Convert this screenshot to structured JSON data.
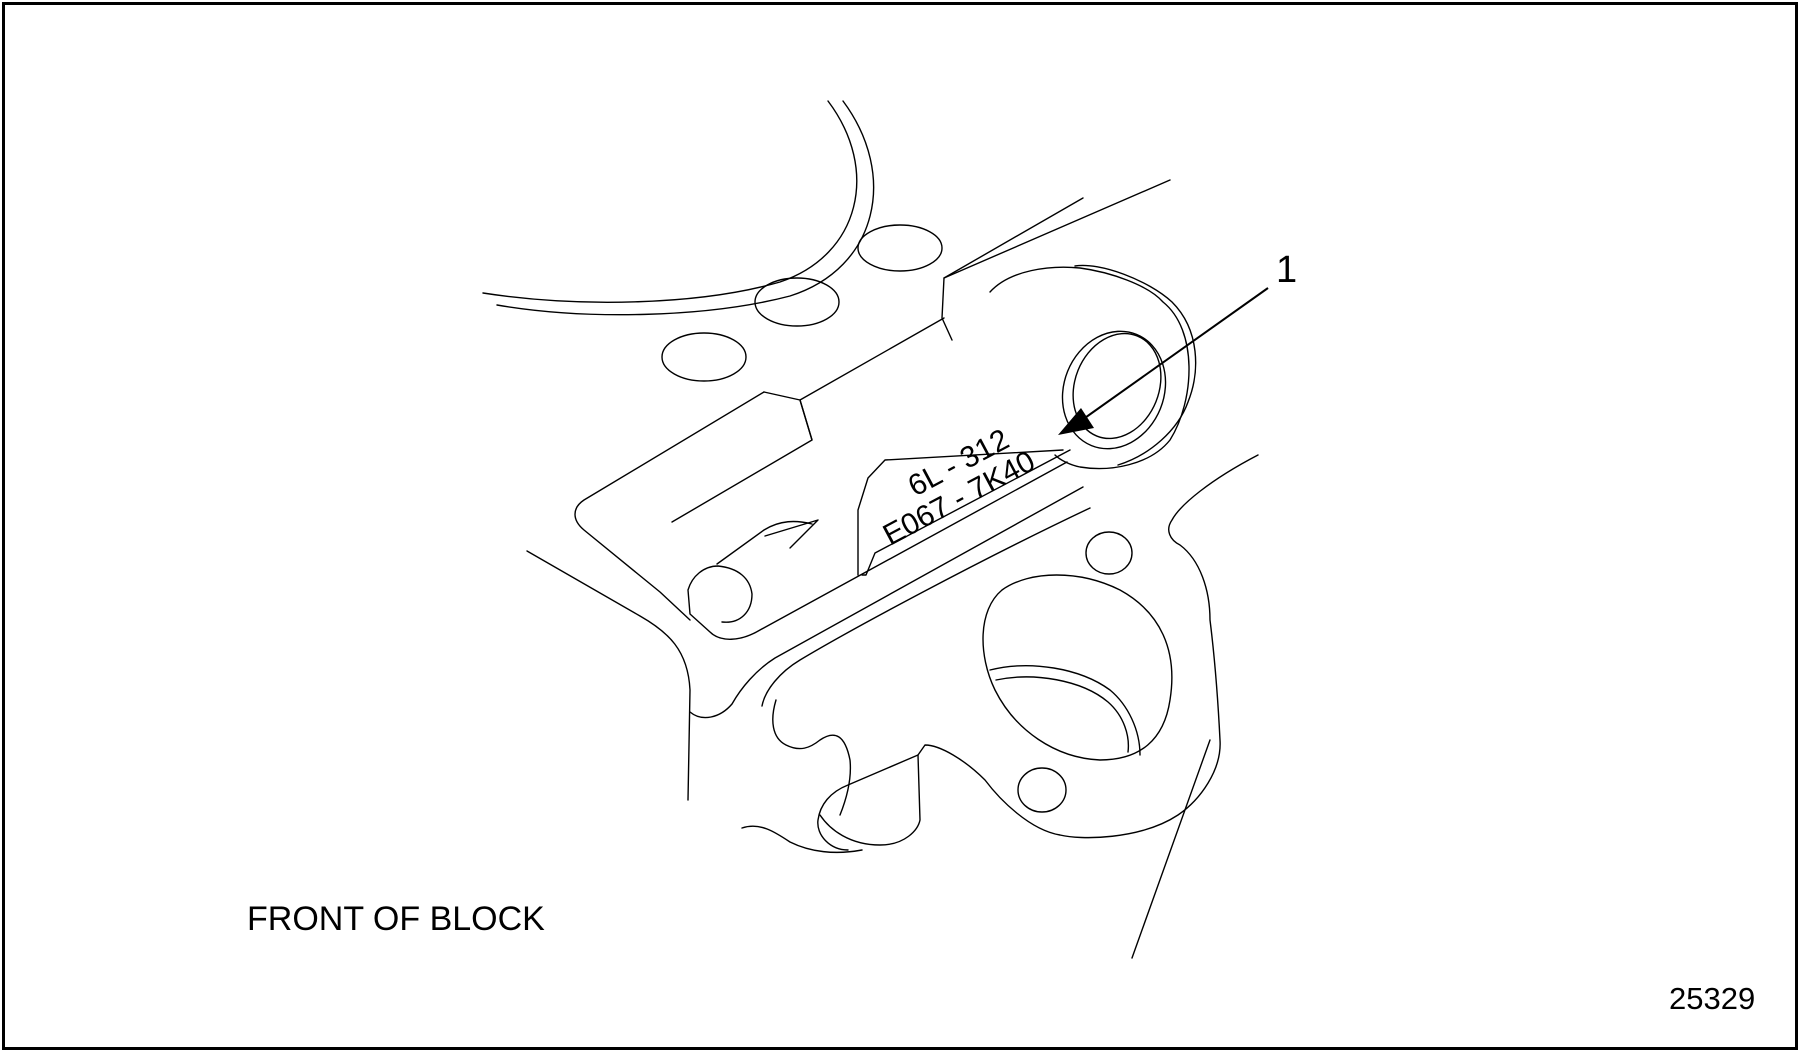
{
  "diagram": {
    "callout_number": "1",
    "stamp_line_1": "6L - 312",
    "stamp_line_2": "E067 - 7K40",
    "location_label": "FRONT OF BLOCK",
    "figure_number": "25329"
  }
}
